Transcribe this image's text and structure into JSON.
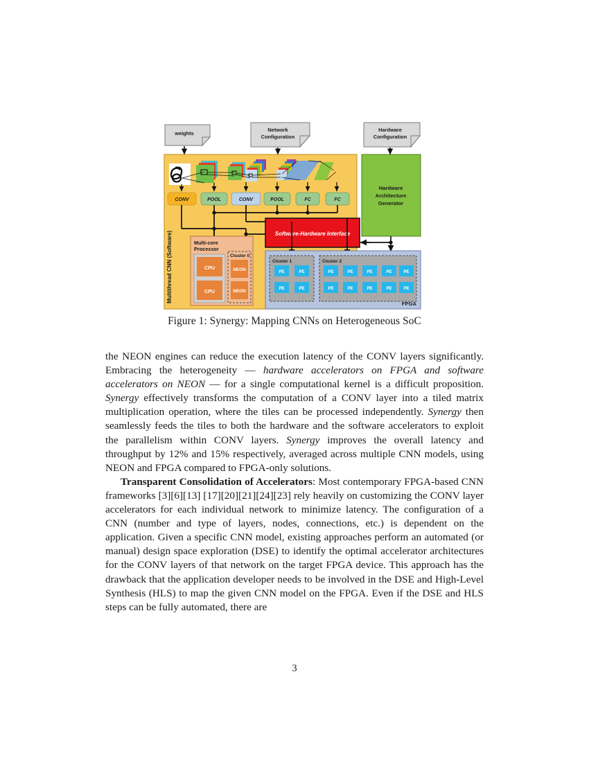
{
  "document": {
    "page_number": "3",
    "figure": {
      "caption": "Figure 1: Synergy: Mapping CNNs on Heterogeneous SoC",
      "inputs": [
        {
          "label": "weights"
        },
        {
          "label_line1": "Network",
          "label_line2": "Configuration"
        },
        {
          "label_line1": "Hardware",
          "label_line2": "Configuration"
        }
      ],
      "software_panel": {
        "side_label": "Multithread CNN (Software)",
        "layers": [
          "CONV",
          "POOL",
          "CONV",
          "POOL",
          "FC",
          "FC"
        ],
        "processor": {
          "title_line1": "Multi-core",
          "title_line2": "Processor",
          "cores": [
            "CPU",
            "CPU"
          ],
          "cluster_label": "Cluster 0",
          "neon_units": [
            "NEON",
            "NEON"
          ]
        }
      },
      "interface_bar": {
        "label": "Software-Hardware Interface"
      },
      "hardware_generator": {
        "line1": "Hardware",
        "line2": "Architecture",
        "line3": "Generator"
      },
      "fpga_panel": {
        "label": "FPGA",
        "clusters": [
          {
            "label": "Cluster 1",
            "rows": 2,
            "cols": 2,
            "pe_label": "PE"
          },
          {
            "label": "Cluster 2",
            "rows": 2,
            "cols": 5,
            "pe_label": "PE"
          }
        ]
      },
      "colors": {
        "software_panel": "#f7c95b",
        "conv_active": "#f5b323",
        "pool": "#9ccb8f",
        "conv_idle": "#bcd3ea",
        "fc": "#9ccb8f",
        "processor_panel": "#f2bb91",
        "cpu": "#e8833a",
        "neon": "#e8833a",
        "interface_bar": "#e8131a",
        "generator": "#83c341",
        "fpga_panel": "#b7c4e0",
        "cluster_inner": "#a9a9a9",
        "pe": "#28b6ea",
        "input_box": "#d9d9d9"
      }
    },
    "paragraphs": [
      {
        "id": "p1",
        "indent": false,
        "runs": [
          {
            "text": "the NEON engines can reduce the execution latency of the CONV layers significantly. Embracing the heterogeneity — ",
            "style": "normal"
          },
          {
            "text": "hardware accelerators on FPGA and software accelerators on NEON",
            "style": "italic"
          },
          {
            "text": " — for a single computational kernel is a difficult proposition. ",
            "style": "normal"
          },
          {
            "text": "Synergy",
            "style": "italic"
          },
          {
            "text": " effectively transforms the computation of a CONV layer into a tiled matrix multiplication operation, where the tiles can be processed independently. ",
            "style": "normal"
          },
          {
            "text": "Synergy",
            "style": "italic"
          },
          {
            "text": " then seamlessly feeds the tiles to both the hardware and the software accelerators to exploit the parallelism within CONV layers. ",
            "style": "normal"
          },
          {
            "text": "Synergy",
            "style": "italic"
          },
          {
            "text": " improves the overall latency and throughput by 12% and 15% respectively, averaged across multiple CNN models, using NEON and FPGA compared to FPGA-only solutions.",
            "style": "normal"
          }
        ]
      },
      {
        "id": "p2",
        "indent": true,
        "runs": [
          {
            "text": "Transparent Consolidation of Accelerators",
            "style": "bold"
          },
          {
            "text": ": Most contemporary FPGA-based CNN frameworks [3][6][13] [17][20][21][24][23] rely heavily on customizing the CONV layer accelerators for each individual network to minimize latency. The configuration of a CNN (number and type of layers, nodes, connections, etc.) is dependent on the application. Given a specific CNN model, existing approaches perform an automated (or manual) design space exploration (DSE) to identify the optimal accelerator architectures for the CONV layers of that network on the target FPGA device. This approach has the drawback that the application developer needs to be involved in the DSE and High-Level Synthesis (HLS) to map the given CNN model on the FPGA. Even if the DSE and HLS steps can be fully automated, there are",
            "style": "normal"
          }
        ]
      }
    ]
  }
}
